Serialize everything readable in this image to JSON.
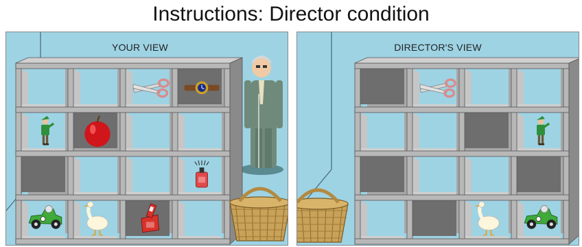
{
  "title": "Instructions: Director condition",
  "panels": {
    "left": {
      "label": "YOUR VIEW",
      "cells": [
        [
          "empty",
          "empty",
          "empty",
          "blocked"
        ],
        [
          "empty",
          "blocked",
          "empty",
          "empty"
        ],
        [
          "blocked",
          "empty",
          "empty",
          "empty"
        ],
        [
          "empty",
          "empty",
          "blocked",
          "empty"
        ]
      ],
      "objects": [
        {
          "name": "scissors",
          "row": 0,
          "col": 2
        },
        {
          "name": "watch",
          "row": 0,
          "col": 3
        },
        {
          "name": "toy-soldier",
          "row": 1,
          "col": 0
        },
        {
          "name": "apple",
          "row": 1,
          "col": 1
        },
        {
          "name": "lighter",
          "row": 2,
          "col": 3
        },
        {
          "name": "race-car",
          "row": 3,
          "col": 0
        },
        {
          "name": "goose",
          "row": 3,
          "col": 1
        },
        {
          "name": "phone",
          "row": 3,
          "col": 2
        }
      ],
      "has_director": true
    },
    "right": {
      "label": "DIRECTOR'S VIEW",
      "cells": [
        [
          "blocked",
          "empty",
          "empty",
          "empty"
        ],
        [
          "empty",
          "empty",
          "blocked",
          "empty"
        ],
        [
          "blocked",
          "empty",
          "empty",
          "blocked"
        ],
        [
          "empty",
          "blocked",
          "empty",
          "empty"
        ]
      ],
      "objects": [
        {
          "name": "scissors",
          "row": 0,
          "col": 1
        },
        {
          "name": "toy-soldier",
          "row": 1,
          "col": 3
        },
        {
          "name": "goose",
          "row": 3,
          "col": 2
        },
        {
          "name": "race-car",
          "row": 3,
          "col": 3
        }
      ],
      "has_director": false
    }
  },
  "colors": {
    "wall": "#9ed3e4",
    "shelf_gray": "#b8b8b8",
    "shelf_dark": "#8a8a8a",
    "blocked": "#6e6e6e",
    "suit": "#6f8a7a",
    "basket": "#c9a25a"
  }
}
